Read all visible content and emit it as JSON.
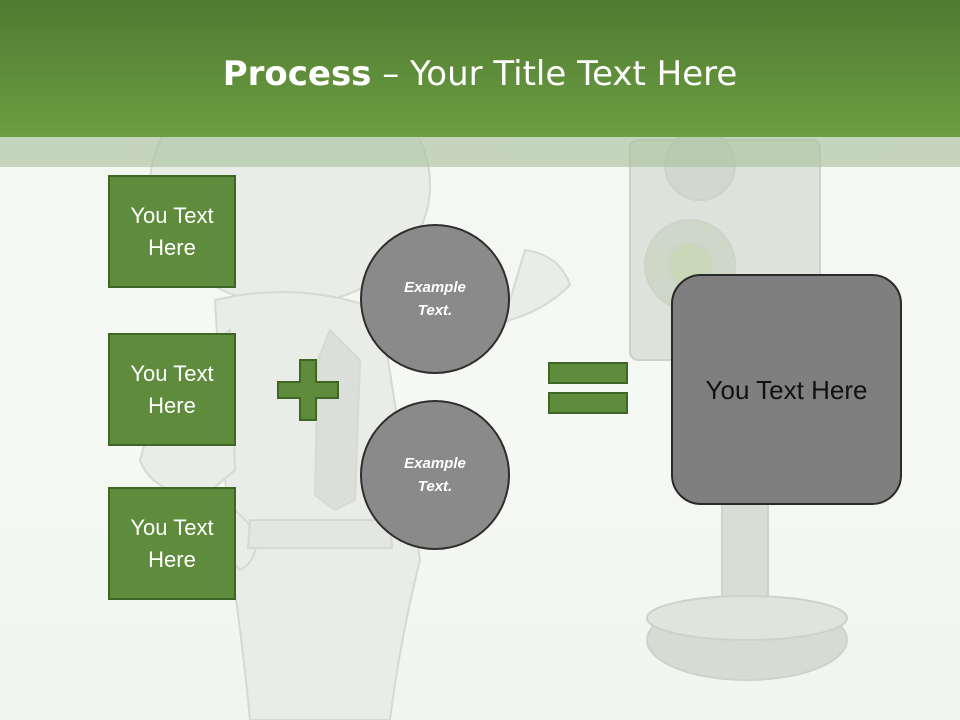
{
  "header": {
    "title_bold": "Process",
    "title_rest": " – Your Title Text Here"
  },
  "left_boxes": [
    {
      "label": "You Text Here"
    },
    {
      "label": "You Text Here"
    },
    {
      "label": "You Text Here"
    }
  ],
  "circles": [
    {
      "label": "Example Text."
    },
    {
      "label": "Example Text."
    }
  ],
  "result": {
    "label": "You Text Here"
  },
  "colors": {
    "header_green": "#6c9e42",
    "box_green": "#5e8b3c",
    "circle_gray": "#8a8a8a",
    "sign_gray": "#7f7f7f"
  },
  "icons": [
    "plus-icon",
    "equals-icon"
  ]
}
